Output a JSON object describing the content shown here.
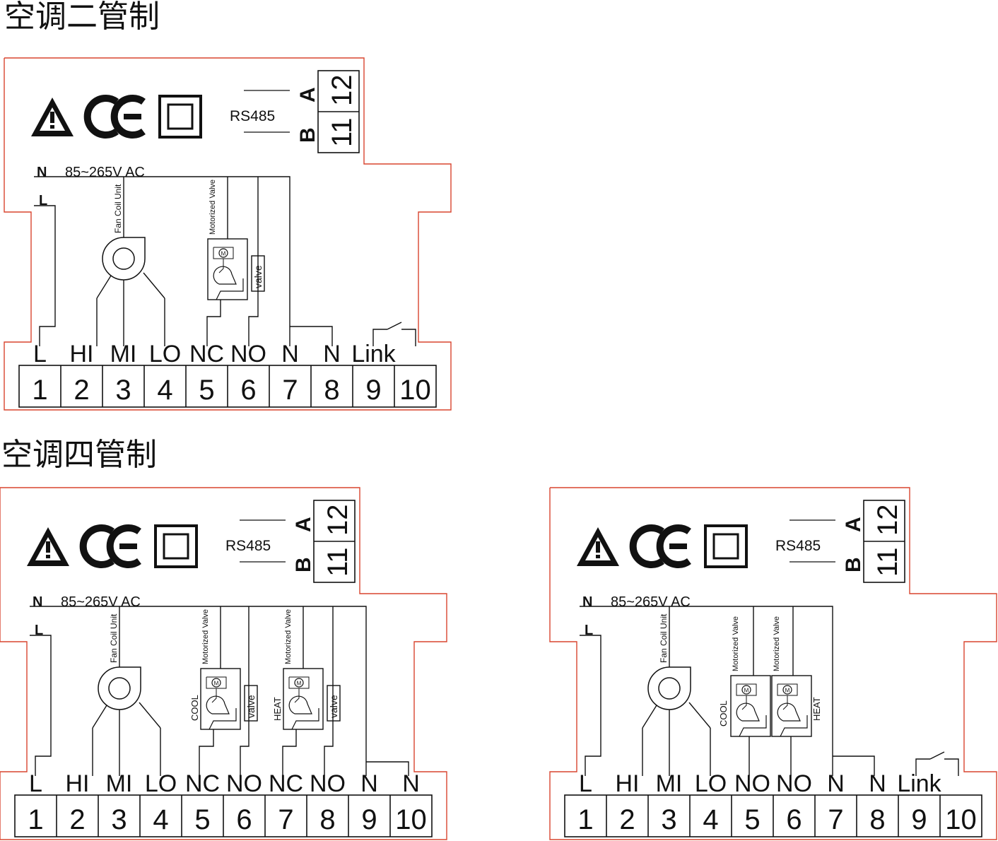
{
  "headings": {
    "two_pipe": "空调二管制",
    "four_pipe": "空调四管制"
  },
  "common": {
    "rs485": "RS485",
    "rs485_a": "A",
    "rs485_b": "B",
    "rs485_terminals": [
      "12",
      "11"
    ],
    "neutral_label": "N",
    "line_label": "L",
    "supply_voltage": "85~265V AC",
    "fan_coil_unit": "Fan Coil Unit",
    "motorized_valve": "Motorized Valve",
    "valve": "valve",
    "cool": "COOL",
    "heat": "HEAT",
    "motor_symbol": "M",
    "terminal_numbers": [
      "1",
      "2",
      "3",
      "4",
      "5",
      "6",
      "7",
      "8",
      "9",
      "10"
    ]
  },
  "panels": [
    {
      "id": "two-pipe",
      "labels": [
        "L",
        "HI",
        "MI",
        "LO",
        "NC",
        "NO",
        "N",
        "N",
        "Link",
        ""
      ]
    },
    {
      "id": "four-pipe-valve",
      "labels": [
        "L",
        "HI",
        "MI",
        "LO",
        "NC",
        "NO",
        "NC",
        "NO",
        "N",
        "N"
      ]
    },
    {
      "id": "four-pipe-motor",
      "labels": [
        "L",
        "HI",
        "MI",
        "LO",
        "NO",
        "NO",
        "N",
        "N",
        "Link",
        ""
      ]
    }
  ],
  "colors": {
    "outline": "#d9452f",
    "ink": "#111111"
  }
}
